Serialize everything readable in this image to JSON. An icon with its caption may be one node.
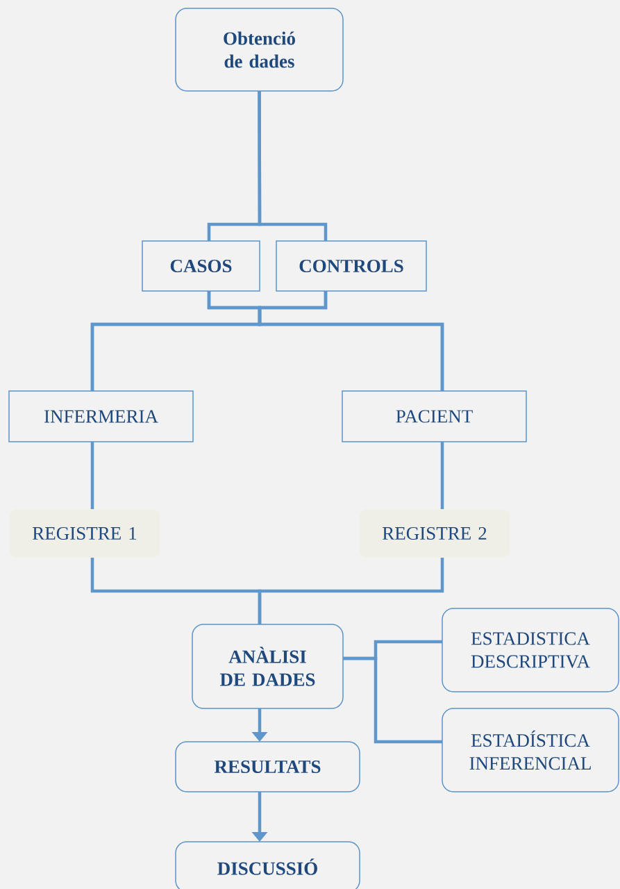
{
  "diagram": {
    "nodes": [
      {
        "text": [
          "Obtenció de dades"
        ]
      },
      {
        "text": [
          "CASOS"
        ]
      },
      {
        "text": [
          "CONTROLS"
        ]
      },
      {
        "text": [
          "INFERMERIA"
        ]
      },
      {
        "text": [
          "PACIENT"
        ]
      },
      {
        "text": [
          "REGISTRE 1"
        ]
      },
      {
        "text": [
          "REGISTRE 2"
        ]
      },
      {
        "text": [
          "ANÀLISI DE DADES"
        ]
      },
      {
        "text": [
          "ESTADISTICA DESCRIPTIVA"
        ]
      },
      {
        "text": [
          "ESTADÍSTICA INFERENCIAL"
        ]
      },
      {
        "text": [
          "RESULTATS"
        ]
      },
      {
        "text": [
          "DISCUSSIÓ"
        ]
      }
    ],
    "edges": [
      {
        "from": 0,
        "to": 1,
        "arrow": "none"
      },
      {
        "from": 0,
        "to": 2,
        "arrow": "none"
      },
      {
        "from": 1,
        "to": 3,
        "arrow": "none"
      },
      {
        "from": 1,
        "to": 4,
        "arrow": "none"
      },
      {
        "from": 2,
        "to": 3,
        "arrow": "none"
      },
      {
        "from": 2,
        "to": 4,
        "arrow": "none"
      },
      {
        "from": 3,
        "to": 5,
        "arrow": "none"
      },
      {
        "from": 4,
        "to": 6,
        "arrow": "none"
      },
      {
        "from": 5,
        "to": 7,
        "arrow": "none"
      },
      {
        "from": 6,
        "to": 7,
        "arrow": "none"
      },
      {
        "from": 7,
        "to": 8,
        "arrow": "none"
      },
      {
        "from": 7,
        "to": 9,
        "arrow": "none"
      },
      {
        "from": 7,
        "to": 10,
        "arrow": "to"
      },
      {
        "from": 10,
        "to": 11,
        "arrow": "to"
      }
    ]
  }
}
